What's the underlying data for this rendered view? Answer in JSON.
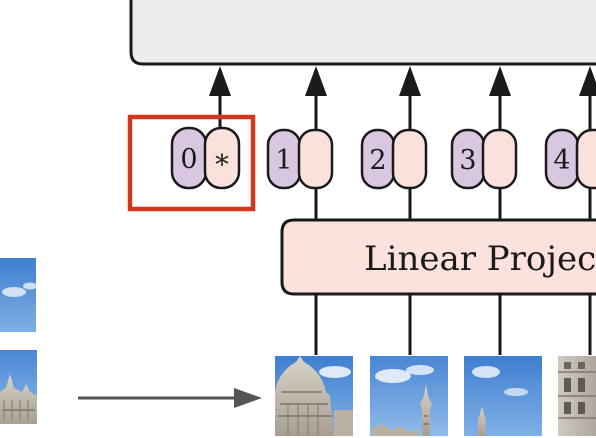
{
  "diagram": {
    "projection_label": "Linear Projec",
    "cls_token": {
      "position": "0",
      "embedding": "*"
    },
    "patch_tokens": [
      {
        "position": "1"
      },
      {
        "position": "2"
      },
      {
        "position": "3"
      },
      {
        "position": "4"
      }
    ],
    "colors": {
      "position_fill": "#d9c6e0",
      "embedding_fill": "#fbe1db",
      "projection_fill": "#fce2dc",
      "encoder_fill": "#ececec",
      "highlight": "#d3361f",
      "stroke": "#1a1a1a",
      "arrow_gray": "#555555"
    }
  }
}
